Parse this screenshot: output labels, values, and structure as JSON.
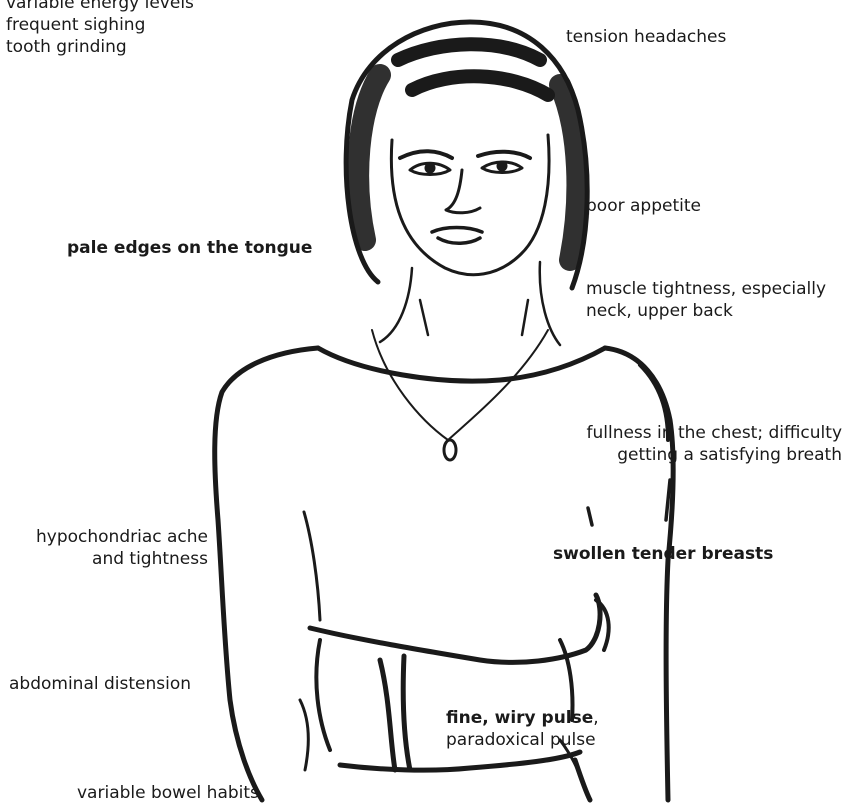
{
  "labels": {
    "top_left": [
      "variable energy levels",
      "frequent sighing",
      "tooth grinding"
    ],
    "tension_headaches": "tension headaches",
    "poor_appetite": "poor appetite",
    "pale_tongue": "pale edges on the tongue",
    "muscle_tightness": [
      "muscle tightness, especially",
      "neck, upper back"
    ],
    "chest_fullness": [
      "fullness in the chest; difficulty",
      "getting a satisfying breath"
    ],
    "hypochondriac": [
      "hypochondriac ache",
      "and tightness"
    ],
    "swollen_breasts": "swollen tender breasts",
    "abdominal": "abdominal distension",
    "pulse_bold": "fine, wiry pulse",
    "pulse_comma": ",",
    "pulse_second": "paradoxical pulse",
    "bowel": "variable bowel habits"
  },
  "colors": {
    "ink": "#1a1a1a",
    "background": "#ffffff"
  }
}
